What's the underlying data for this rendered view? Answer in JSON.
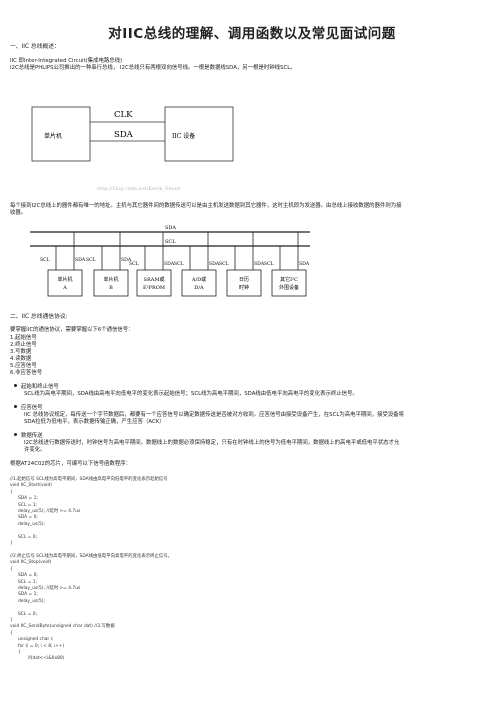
{
  "title": "对IIC总线的理解、调用函数以及常见面试问题",
  "section1": {
    "heading": "一、IIC 总线概述：",
    "lines": [
      "IIC 即Inter-Integrated Circuit(集成电路总线)",
      "I2C总线是PHLIPS公司推出的一种串行总线， I2C总线只有两根双向信号线。一根是数据线SDA，另一根是时钟线SCL。"
    ]
  },
  "diagram1": {
    "mcu": "单片机",
    "clk": "CLK",
    "sda": "SDA",
    "device": "IIC 设备",
    "watermark": "http://blog.csdn.net/Kevin_Smart"
  },
  "para_after_d1": [
    "每个接到I2C总线上的器件都有唯一的地址。主机与其它器件间的数据传送可以是由主机发送数据到其它器件，这时主机即为发送器。由总线上接收数据的器件则为接",
    "收器。"
  ],
  "diagram2": {
    "sda_top": "SDA",
    "scl_top": "SCL",
    "labels": [
      "SCL",
      "SDA",
      "SCL",
      "SDA",
      "SCL",
      "SDA",
      "SCL",
      "SDA",
      "SCL",
      "SDA",
      "SCL",
      "SDA"
    ],
    "boxes": [
      "单片机\nA",
      "单片机\nB",
      "SRAM或\nE²PROM",
      "A/D或\nD/A",
      "日历\n时钟",
      "其它I²C\n外围设备"
    ]
  },
  "section2": {
    "heading": "二、IIC 总线通信协议:",
    "intro": "要掌握IIC的通信协议，需要掌握以下6个通信信号：",
    "signals": [
      "1.起始信号",
      "2.终止信号",
      "3.写数据",
      "4.读数据",
      "5.应答信号",
      "6.非应答信号"
    ]
  },
  "bullets": [
    {
      "head": "起始和终止信号",
      "lines": [
        "SCL线为高电平期间，SDA线由高电平向低电平的变化表示起始信号；SCL线为高电平期间，SDA线由低电平向高电平的变化表示终止信号。"
      ]
    },
    {
      "head": "应答信号",
      "lines": [
        "IIC 总线协议规定，每传送一个字节数据后，都要有一个应答信号以确定数据传送是否被对方收到。应答信号由接受设备产生，在SCL为高电平期间，接受设备将",
        "SDA拉低为低电平，表示数据传输正确，产生应答（ACK）"
      ]
    },
    {
      "head": "数据传送",
      "lines": [
        "I2C总线进行数据传送时，时钟信号为高电平期间，数据线上的数据必须保持稳定，只有在时钟线上的信号为低电平期间，数据线上的高电平或低电平状态才允",
        "许变化。"
      ]
    }
  ],
  "at24": "根据AT24C02的芯片，可编写以下信号函数程序：",
  "code": [
    {
      "t": "//1.起始信号 SCL线为高电平期间，SDA线由高电平向低电平的变化表示起始信号",
      "i": 0
    },
    {
      "t": "void IIC_Start(void)",
      "i": 0
    },
    {
      "t": "{",
      "i": 0
    },
    {
      "t": "SDA = 1;",
      "i": 1
    },
    {
      "t": "SCL = 1;",
      "i": 1
    },
    {
      "t": "delay_us(5);   //延时    >= 4.7us",
      "i": 1
    },
    {
      "t": "SDA = 0;",
      "i": 1
    },
    {
      "t": "delay_us(5);",
      "i": 1
    },
    {
      "t": "",
      "i": 0
    },
    {
      "t": "SCL = 0;",
      "i": 1
    },
    {
      "t": "}",
      "i": 0
    },
    {
      "t": "",
      "i": 0
    },
    {
      "t": "//2.终止信号 SCL线为高电平期间，SDA线由低电平向高电平的变化表示终止信号。",
      "i": 0
    },
    {
      "t": "void IIC_Stop(void)",
      "i": 0
    },
    {
      "t": "{",
      "i": 0
    },
    {
      "t": "SDA = 0;",
      "i": 1
    },
    {
      "t": "SCL = 1;",
      "i": 1
    },
    {
      "t": "delay_us(5);   //延时    >= 4.7us",
      "i": 1
    },
    {
      "t": "SDA = 1;",
      "i": 1
    },
    {
      "t": "delay_us(5);",
      "i": 1
    },
    {
      "t": "",
      "i": 0
    },
    {
      "t": "SCL = 0;",
      "i": 1
    },
    {
      "t": "}",
      "i": 0
    },
    {
      "t": "void IIC_SendByte(unsigned char dat)   //3.写数据",
      "i": 0
    },
    {
      "t": "{",
      "i": 0
    },
    {
      "t": "unsigned char i;",
      "i": 1
    },
    {
      "t": "for (i = 0; i < 8; i++)",
      "i": 1
    },
    {
      "t": "{",
      "i": 1
    },
    {
      "t": "if(dat<<i&0x80)",
      "i": 3
    }
  ]
}
